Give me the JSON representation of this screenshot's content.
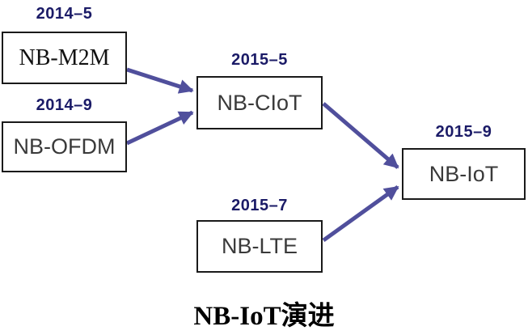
{
  "diagram": {
    "title": "NB-IoT演进",
    "nodes": [
      {
        "date": "2014–5",
        "label": "NB-M2M"
      },
      {
        "date": "2014–9",
        "label": "NB-OFDM"
      },
      {
        "date": "2015–5",
        "label": "NB-CIoT"
      },
      {
        "date": "2015–7",
        "label": "NB-LTE"
      },
      {
        "date": "2015–9",
        "label": "NB-IoT"
      }
    ],
    "edges": [
      {
        "from": "NB-M2M",
        "to": "NB-CIoT"
      },
      {
        "from": "NB-OFDM",
        "to": "NB-CIoT"
      },
      {
        "from": "NB-CIoT",
        "to": "NB-IoT"
      },
      {
        "from": "NB-LTE",
        "to": "NB-IoT"
      }
    ],
    "colors": {
      "arrow": "#504f9c",
      "date_text": "#1b1b67",
      "box_border": "#1a1a1a",
      "box_text": "#3a3a3a",
      "title_text": "#000000",
      "background": "#ffffff"
    }
  }
}
